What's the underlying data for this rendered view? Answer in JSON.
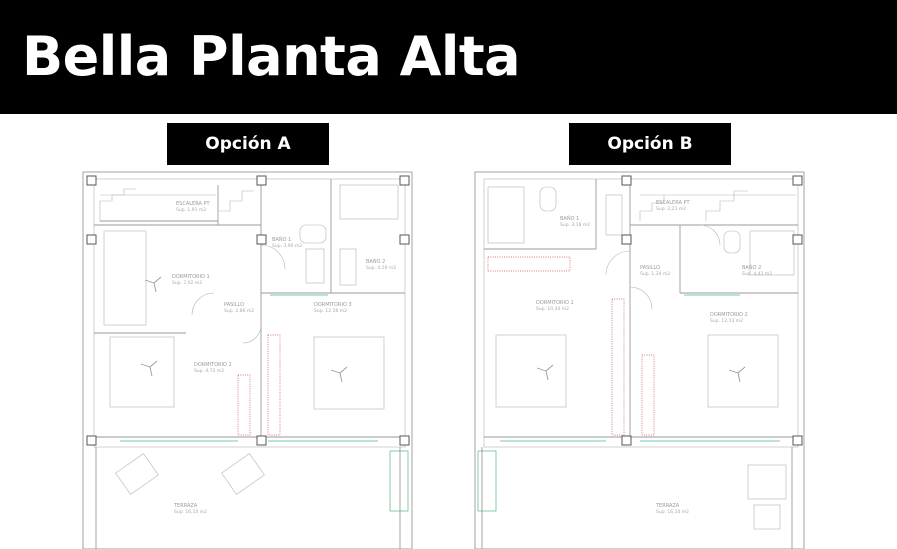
{
  "header": {
    "title": "Bella Planta Alta"
  },
  "options": [
    {
      "label": "Opción A",
      "rooms": [
        {
          "name": "ESCALERA PT",
          "area": "Sup. 1,91 m2"
        },
        {
          "name": "BAÑO 1",
          "area": "Sup. 3,90 m2"
        },
        {
          "name": "BAÑO 2",
          "area": "Sup. 4,50 m2"
        },
        {
          "name": "DORMITORIO 1",
          "area": "Sup. 7,02 m2"
        },
        {
          "name": "PASILLO",
          "area": "Sup. 2,86 m2"
        },
        {
          "name": "DORMITORIO 3",
          "area": "Sup. 12,56 m2"
        },
        {
          "name": "DORMITORIO 2",
          "area": "Sup. 4,72 m2"
        },
        {
          "name": "TERRAZA",
          "area": "Sup. 16,10 m2"
        }
      ]
    },
    {
      "label": "Opción B",
      "rooms": [
        {
          "name": "BAÑO 1",
          "area": "Sup. 3,18 m2"
        },
        {
          "name": "ESCALERA PT",
          "area": "Sup. 2,21 m2"
        },
        {
          "name": "PASILLO",
          "area": "Sup. 1,34 m2"
        },
        {
          "name": "BAÑO 2",
          "area": "Sup. 4,41 m2"
        },
        {
          "name": "DORMITORIO 1",
          "area": "Sup. 10,30 m2"
        },
        {
          "name": "DORMITORIO 2",
          "area": "Sup. 12,13 m2"
        },
        {
          "name": "TERRAZA",
          "area": "Sup. 16,10 m2"
        }
      ]
    }
  ]
}
